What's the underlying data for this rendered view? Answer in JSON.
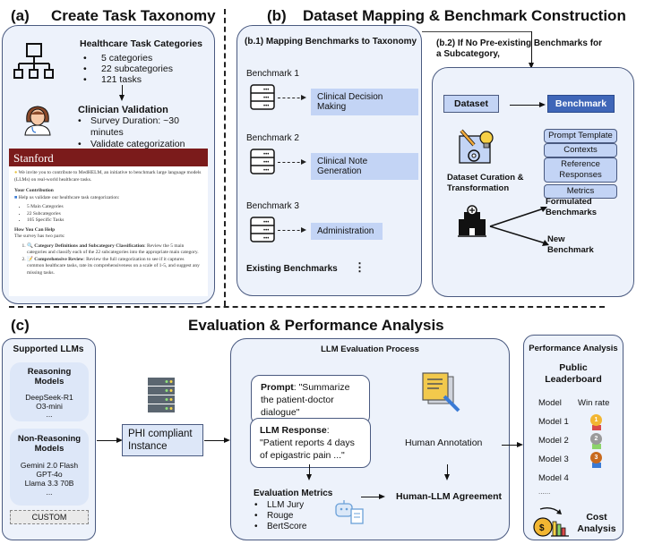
{
  "section_a": {
    "label": "(a)",
    "title": "Create Task Taxonomy",
    "categories_title": "Healthcare Task Categories",
    "categories": [
      "5 categories",
      "22 subcategories",
      "121 tasks"
    ],
    "validation_title": "Clinician Validation",
    "validation_items": [
      "Survey Duration: ~30 minutes",
      "Validate categorization"
    ],
    "survey": {
      "header": "Stanford",
      "intro": "We invite you to contribute to MedHELM, an initiative to benchmark large language models (LLMs) on real-world healthcare tasks.",
      "contribution_title": "Your Contribution",
      "contribution_text": "Help us validate our healthcare task categorization:",
      "contribution_items": [
        "5 Main Categories",
        "22 Subcategories",
        "105 Specific Tasks"
      ],
      "help_title": "How You Can Help",
      "help_text": "The survey has two parts:",
      "steps": [
        {
          "title": "Category Definitions and Subcategory Classification",
          "text": ": Review the 5 main categories and classify each of the 22 subcategories into the appropriate main category."
        },
        {
          "title": "Comprehensive Review",
          "text": ": Review the full categorization to see if it captures common healthcare tasks, rate its comprehensiveness on a scale of 1-5, and suggest any missing tasks."
        }
      ]
    }
  },
  "section_b": {
    "label": "(b)",
    "title": "Dataset Mapping & Benchmark Construction",
    "b1": {
      "title": "(b.1) Mapping Benchmarks to Taxonomy",
      "benchmarks": [
        {
          "name": "Benchmark 1",
          "target": "Clinical Decision Making"
        },
        {
          "name": "Benchmark 2",
          "target": "Clinical Note Generation"
        },
        {
          "name": "Benchmark 3",
          "target": "Administration"
        }
      ],
      "footer": "Existing Benchmarks",
      "ellipsis": "⋮"
    },
    "b2": {
      "title": "(b.2) If No Pre-existing Benchmarks for a Subcategory,",
      "dataset_label": "Dataset",
      "benchmark_label": "Benchmark",
      "components": [
        "Prompt Template",
        "Contexts",
        "Reference Responses",
        "Metrics"
      ],
      "curation_label": "Dataset Curation & Transformation",
      "outputs": [
        "Formulated Benchmarks",
        "New Benchmark"
      ]
    }
  },
  "section_c": {
    "label": "(c)",
    "title": "Evaluation & Performance Analysis",
    "llms": {
      "title": "Supported LLMs",
      "groups": [
        {
          "title": "Reasoning Models",
          "models": [
            "DeepSeek-R1",
            "O3-mini",
            "..."
          ]
        },
        {
          "title": "Non-Reasoning Models",
          "models": [
            "Gemini 2.0 Flash",
            "GPT-4o",
            "Llama 3.3 70B",
            "..."
          ]
        }
      ],
      "custom": "CUSTOM"
    },
    "phi_instance": "PHI compliant Instance",
    "eval": {
      "title": "LLM Evaluation Process",
      "prompt_label": "Prompt",
      "prompt_text": ": \"Summarize the patient-doctor dialogue\"",
      "response_label": "LLM Response",
      "response_text": ": \"Patient reports 4 days of epigastric pain ...\"",
      "human_annotation": "Human Annotation",
      "metrics_title": "Evaluation Metrics",
      "metrics": [
        "LLM Jury",
        "Rouge",
        "BertScore"
      ],
      "agreement": "Human-LLM Agreement"
    },
    "performance": {
      "title": "Performance Analysis",
      "leaderboard_title": "Public Leaderboard",
      "col_model": "Model",
      "col_winrate": "Win rate",
      "rows": [
        {
          "model": "Model 1",
          "medal": "1"
        },
        {
          "model": "Model 2",
          "medal": "2"
        },
        {
          "model": "Model 3",
          "medal": "3"
        },
        {
          "model": "Model 4",
          "medal": ""
        }
      ],
      "more": "......",
      "cost": "Cost Analysis"
    }
  },
  "colors": {
    "panel_bg": "#edf2fb",
    "panel_border": "#4a5a80",
    "highlight_blue": "#c3d4f5",
    "benchmark_dark": "#3f66b8",
    "stanford_red": "#7b1b1b",
    "gold": "#f2b632",
    "silver": "#9a9a9a",
    "bronze": "#c86a1e"
  }
}
